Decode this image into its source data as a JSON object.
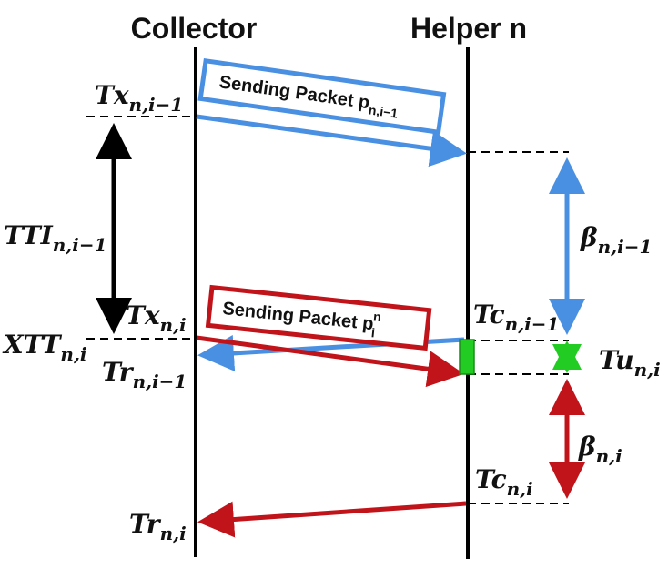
{
  "headers": {
    "collector": "Collector",
    "helper": "Helper n"
  },
  "labels": {
    "tx_prev": {
      "main": "Tx",
      "sub": "n,i−1"
    },
    "tx_cur": {
      "main": "Tx",
      "sub": "n,i"
    },
    "tti": {
      "main": "TTI",
      "sub": "n,i−1"
    },
    "xtt": {
      "main": "XTT",
      "sub": "n,i"
    },
    "tr_prev": {
      "main": "Tr",
      "sub": "n,i−1"
    },
    "tr_cur": {
      "main": "Tr",
      "sub": "n,i"
    },
    "beta_prev": {
      "main": "β",
      "sub": "n,i−1"
    },
    "beta_cur": {
      "main": "β",
      "sub": "n,i"
    },
    "tc_prev": {
      "main": "Tc",
      "sub": "n,i−1"
    },
    "tc_cur": {
      "main": "Tc",
      "sub": "n,i"
    },
    "tu": {
      "main": "Tu",
      "sub": "n,i"
    }
  },
  "boxes": {
    "blue": {
      "text": "Sending Packet p",
      "sub": "n,i−1"
    },
    "red": {
      "text": "Sending Packet p",
      "sub": "i",
      "sup": "n"
    }
  },
  "colors": {
    "blue": "#4a90e2",
    "red": "#c0141a",
    "green": "#22cc22",
    "black": "#000000"
  }
}
